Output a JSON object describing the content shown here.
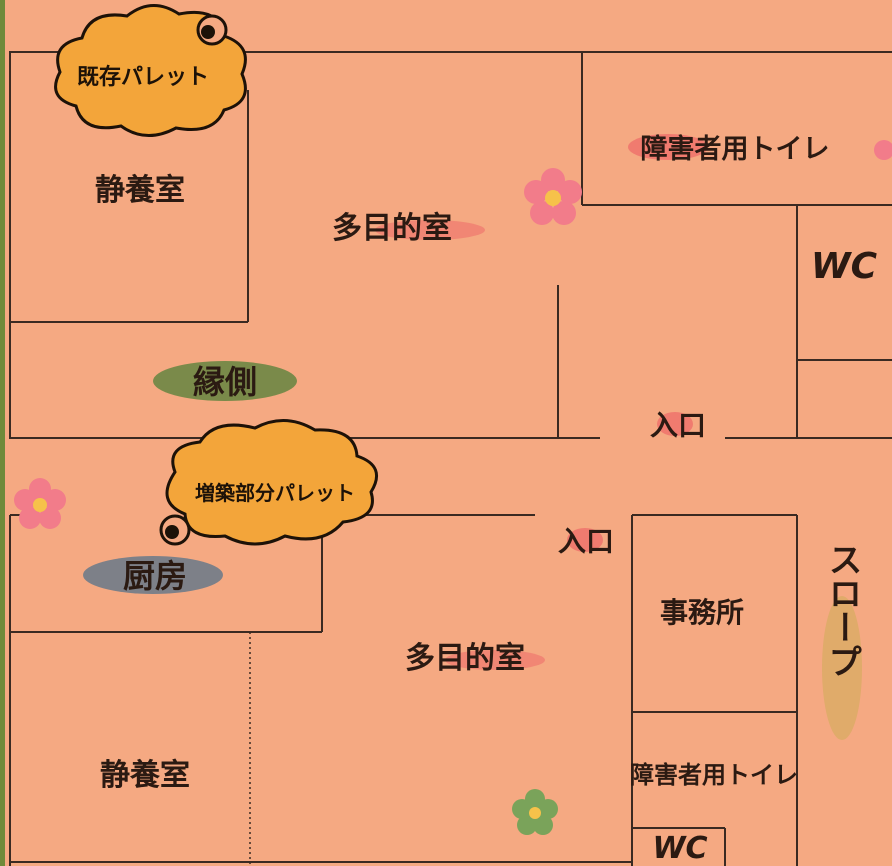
{
  "upper_floor": {
    "palette_label": "既存パレット",
    "rooms": {
      "rest_room": "静養室",
      "multipurpose_room": "多目的室",
      "accessible_toilet": "障害者用トイレ",
      "wc": "WC",
      "veranda": "縁側",
      "entrance": "入口"
    }
  },
  "lower_floor": {
    "palette_label": "増築部分パレット",
    "rooms": {
      "kitchen": "厨房",
      "multipurpose_room": "多目的室",
      "office": "事務所",
      "accessible_toilet": "障害者用トイレ",
      "wc": "WC",
      "rest_room": "静養室",
      "entrance": "入口",
      "slope": "スロープ"
    }
  },
  "colors": {
    "background": "#f5a982",
    "wall": "#3a2a22",
    "cloud": "#f3a53a",
    "veranda_badge": "#7a8a4a",
    "kitchen_badge": "#7d8088",
    "highlight": "#ef6f6a",
    "slope_badge": "#e0ab6a",
    "flower_pink": "#f27c8a",
    "flower_green": "#7aa35a",
    "flower_center": "#f6c24a"
  },
  "decorations": [
    "flower-icon-pink",
    "flower-icon-pink",
    "flower-icon-green",
    "cloud-callout",
    "cloud-callout"
  ]
}
